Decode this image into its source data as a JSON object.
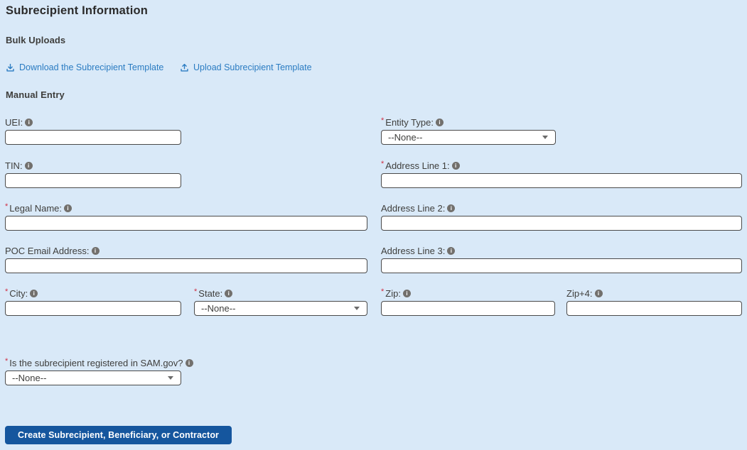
{
  "page": {
    "title": "Subrecipient Information"
  },
  "sections": {
    "bulk_uploads": "Bulk Uploads",
    "manual_entry": "Manual Entry"
  },
  "links": {
    "download": {
      "label": "Download the Subrecipient Template",
      "icon": "download-icon"
    },
    "upload": {
      "label": "Upload Subrecipient Template",
      "icon": "upload-icon"
    }
  },
  "required_indicator": "*",
  "fields": {
    "uei": {
      "label": "UEI:",
      "required": false,
      "type": "text",
      "value": ""
    },
    "entity_type": {
      "label": "Entity Type:",
      "required": true,
      "type": "select",
      "value": "--None--"
    },
    "tin": {
      "label": "TIN:",
      "required": false,
      "type": "text",
      "value": ""
    },
    "address_line_1": {
      "label": "Address Line 1:",
      "required": true,
      "type": "text",
      "value": ""
    },
    "legal_name": {
      "label": "Legal Name:",
      "required": true,
      "type": "text",
      "value": ""
    },
    "address_line_2": {
      "label": "Address Line 2:",
      "required": false,
      "type": "text",
      "value": ""
    },
    "poc_email": {
      "label": "POC Email Address:",
      "required": false,
      "type": "text",
      "value": ""
    },
    "address_line_3": {
      "label": "Address Line 3:",
      "required": false,
      "type": "text",
      "value": ""
    },
    "city": {
      "label": "City:",
      "required": true,
      "type": "text",
      "value": ""
    },
    "state": {
      "label": "State:",
      "required": true,
      "type": "select",
      "value": "--None--"
    },
    "zip": {
      "label": "Zip:",
      "required": true,
      "type": "text",
      "value": ""
    },
    "zip_plus_4": {
      "label": "Zip+4:",
      "required": false,
      "type": "text",
      "value": ""
    },
    "sam_registered": {
      "label": "Is the subrecipient registered in SAM.gov?",
      "required": true,
      "type": "select",
      "value": "--None--"
    }
  },
  "button": {
    "label": "Create Subrecipient, Beneficiary, or Contractor"
  },
  "colors": {
    "background": "#d9e9f8",
    "link_blue": "#2b7cc2",
    "button_blue": "#15569e",
    "required_red": "#cf2f44",
    "input_border": "#4a4a4a",
    "label_text": "#3e3e3c"
  }
}
